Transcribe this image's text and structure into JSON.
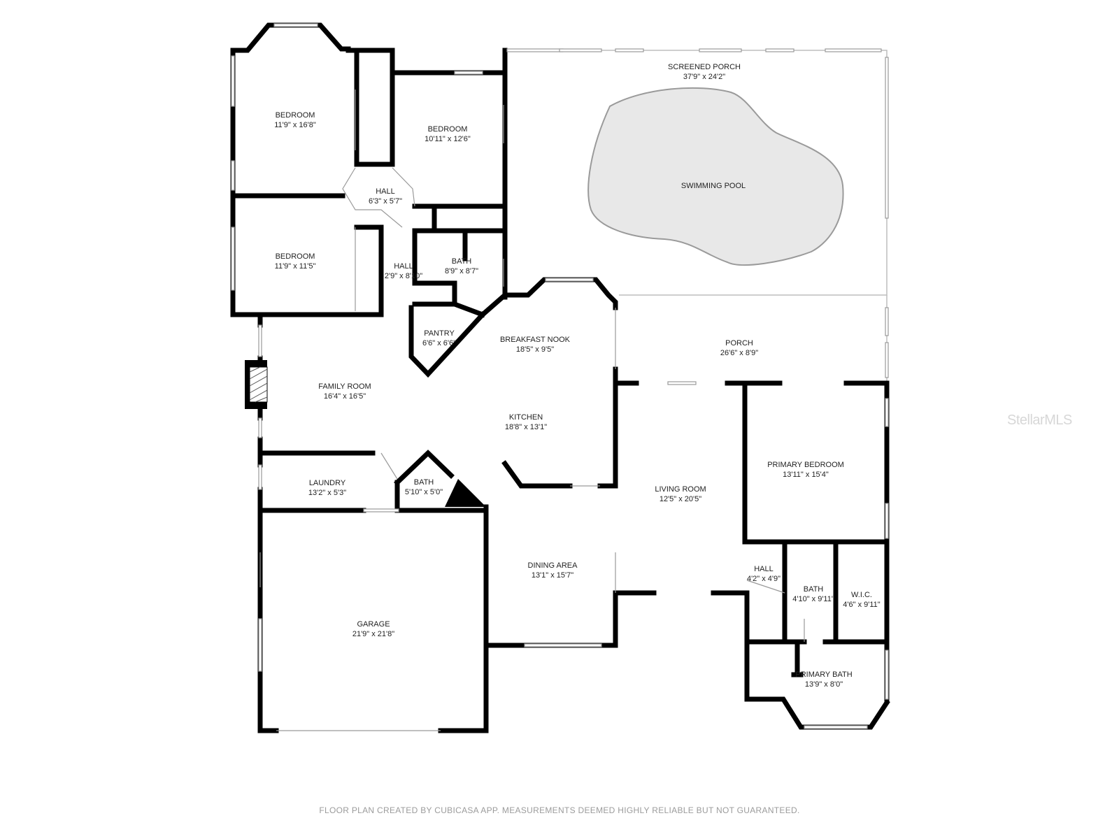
{
  "rooms": [
    {
      "id": "bedroom1",
      "name": "BEDROOM",
      "dims": "11'9\" x 16'8\""
    },
    {
      "id": "bedroom2",
      "name": "BEDROOM",
      "dims": "10'11\" x 12'6\""
    },
    {
      "id": "bedroom3",
      "name": "BEDROOM",
      "dims": "11'9\" x 11'5\""
    },
    {
      "id": "hall1",
      "name": "HALL",
      "dims": "6'3\" x 5'7\""
    },
    {
      "id": "hall2",
      "name": "HALL",
      "dims": "2'9\" x 8'10\""
    },
    {
      "id": "bath1",
      "name": "BATH",
      "dims": "8'9\" x 8'7\""
    },
    {
      "id": "pantry",
      "name": "PANTRY",
      "dims": "6'6\" x 6'6\""
    },
    {
      "id": "screened_porch",
      "name": "SCREENED PORCH",
      "dims": "37'9\" x 24'2\""
    },
    {
      "id": "pool",
      "name": "SWIMMING POOL",
      "dims": ""
    },
    {
      "id": "breakfast",
      "name": "BREAKFAST NOOK",
      "dims": "18'5\" x 9'5\""
    },
    {
      "id": "porch",
      "name": "PORCH",
      "dims": "26'6\" x 8'9\""
    },
    {
      "id": "family",
      "name": "FAMILY ROOM",
      "dims": "16'4\" x 16'5\""
    },
    {
      "id": "kitchen",
      "name": "KITCHEN",
      "dims": "18'8\" x 13'1\""
    },
    {
      "id": "laundry",
      "name": "LAUNDRY",
      "dims": "13'2\" x 5'3\""
    },
    {
      "id": "bath2",
      "name": "BATH",
      "dims": "5'10\" x 5'0\""
    },
    {
      "id": "living",
      "name": "LIVING ROOM",
      "dims": "12'5\" x 20'5\""
    },
    {
      "id": "primary_bed",
      "name": "PRIMARY BEDROOM",
      "dims": "13'11\" x 15'4\""
    },
    {
      "id": "dining",
      "name": "DINING AREA",
      "dims": "13'1\" x 15'7\""
    },
    {
      "id": "hall3",
      "name": "HALL",
      "dims": "4'2\" x 4'9\""
    },
    {
      "id": "bath3",
      "name": "BATH",
      "dims": "4'10\" x 9'11\""
    },
    {
      "id": "wic",
      "name": "W.I.C.",
      "dims": "4'6\" x 9'11\""
    },
    {
      "id": "garage",
      "name": "GARAGE",
      "dims": "21'9\" x 21'8\""
    },
    {
      "id": "primary_bath",
      "name": "PRIMARY BATH",
      "dims": "13'9\" x 8'0\""
    }
  ],
  "footer": "FLOOR PLAN CREATED BY CUBICASA APP. MEASUREMENTS DEEMED HIGHLY RELIABLE BUT NOT GUARANTEED.",
  "watermark": "StellarMLS",
  "colors": {
    "wall": "#000000",
    "pool": "#e8e8e8",
    "footer": "#9b9b9b",
    "watermark": "#d7d7d7"
  }
}
